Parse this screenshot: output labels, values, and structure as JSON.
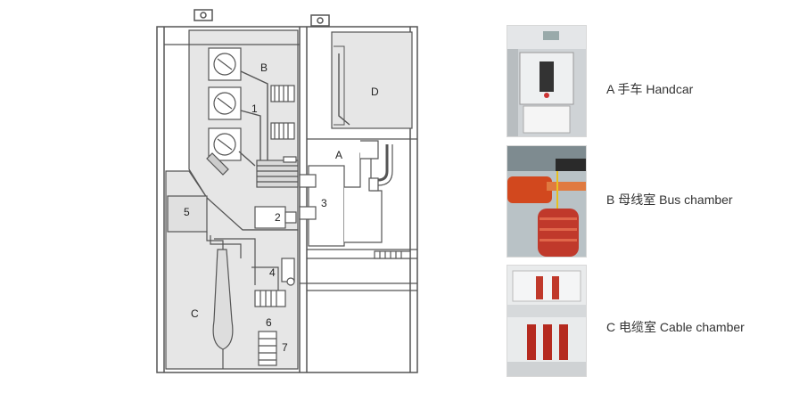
{
  "diagram": {
    "labels": {
      "A": "A",
      "B": "B",
      "C": "C",
      "D": "D",
      "n1": "1",
      "n2": "2",
      "n3": "3",
      "n4": "4",
      "n5": "5",
      "n6": "6",
      "n7": "7"
    }
  },
  "legend": [
    {
      "caption": "A 手车 Handcar",
      "photo": "handcar-photo"
    },
    {
      "caption": "B 母线室 Bus chamber",
      "photo": "bus-chamber-photo"
    },
    {
      "caption": "C 电缆室 Cable chamber",
      "photo": "cable-chamber-photo"
    }
  ],
  "colors": {
    "compartment_fill": "#e6e6e6",
    "line": "#555555",
    "busbar_orange": "#d2481e",
    "insulator_red": "#c0392b"
  }
}
